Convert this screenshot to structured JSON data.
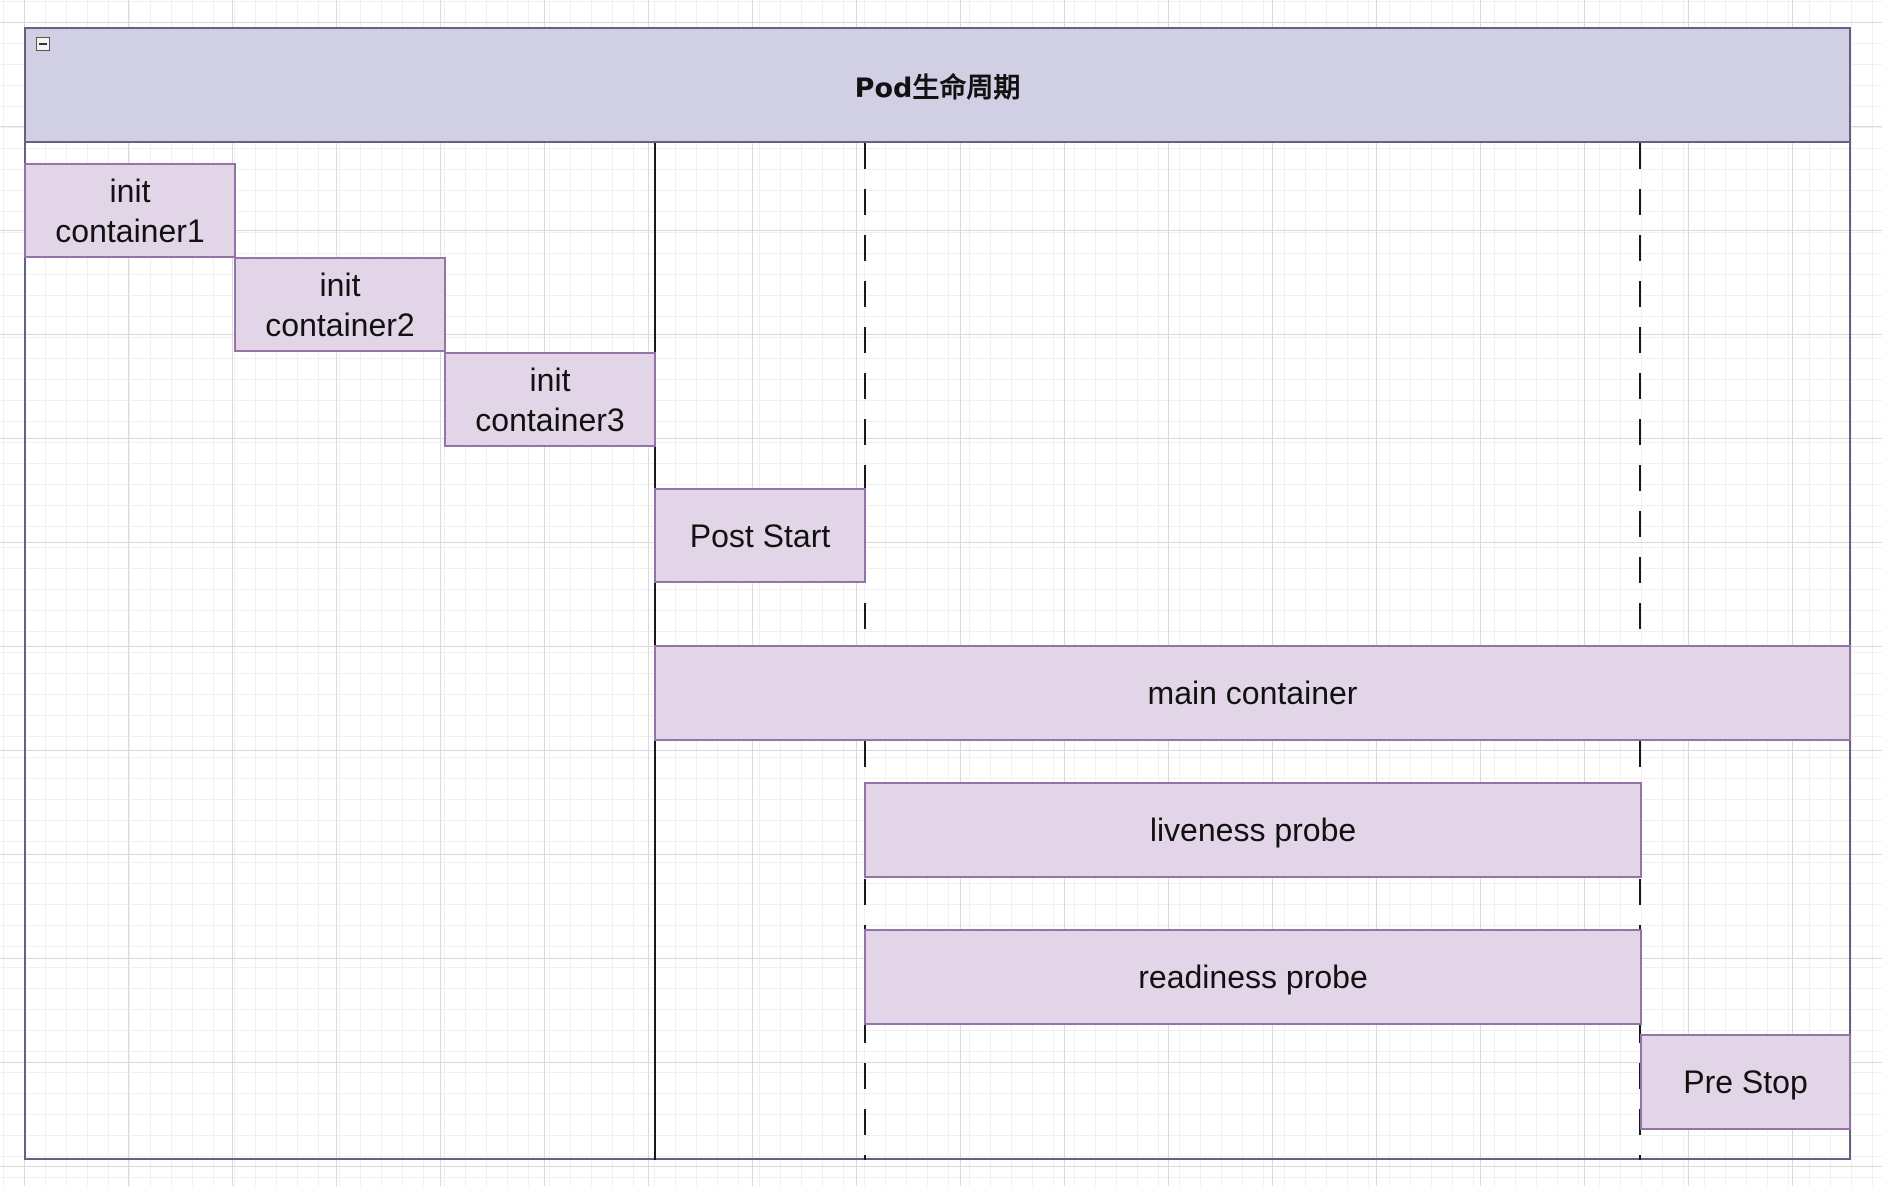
{
  "diagram": {
    "title": "Pod生命周期",
    "blocks": {
      "init1": "init container1",
      "init2": "init container2",
      "init3": "init container3",
      "post_start": "Post Start",
      "main": "main container",
      "liveness": "liveness probe",
      "readiness": "readiness probe",
      "pre_stop": "Pre Stop"
    }
  },
  "colors": {
    "header_fill": "#d1cfe3",
    "pool_stroke": "#665f86",
    "block_fill": "#e1d5e7",
    "block_stroke": "#9673a6"
  }
}
